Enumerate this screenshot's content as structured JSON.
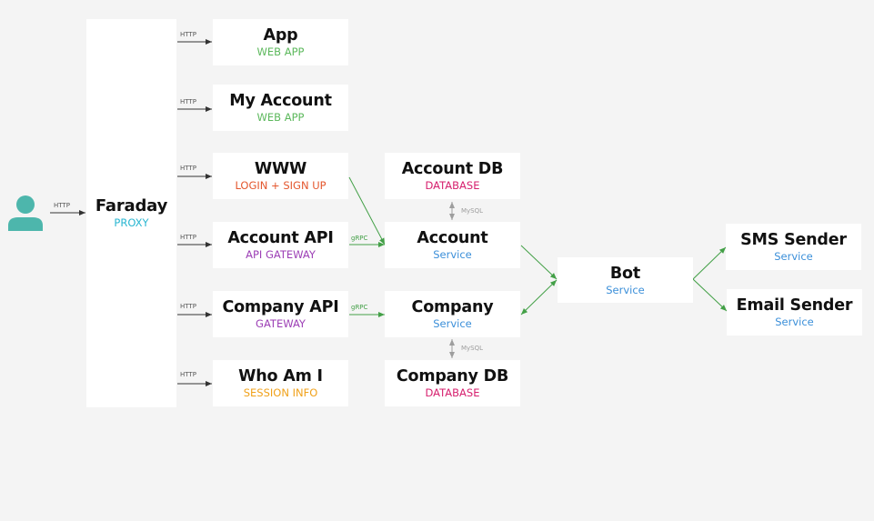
{
  "colors": {
    "background": "#f4f4f4",
    "node": "#ffffff",
    "user": "#4db6ac",
    "web_app": "#5cb85c",
    "login": "#e4572e",
    "gateway": "#9c3fb5",
    "session": "#f0a11a",
    "database": "#d6206e",
    "service": "#3b8fd9",
    "proxy": "#29b6d1",
    "http_edge": "#333333",
    "grpc_edge": "#43a047",
    "mysql_edge": "#9e9e9e"
  },
  "user": {
    "icon": "user-icon"
  },
  "proxy": {
    "title": "Faraday",
    "subtitle": "PROXY"
  },
  "frontends": [
    {
      "title": "App",
      "subtitle": "WEB APP"
    },
    {
      "title": "My Account",
      "subtitle": "WEB APP"
    },
    {
      "title": "WWW",
      "subtitle": "LOGIN + SIGN UP"
    },
    {
      "title": "Account API",
      "subtitle": "API GATEWAY"
    },
    {
      "title": "Company API",
      "subtitle": "GATEWAY"
    },
    {
      "title": "Who Am I",
      "subtitle": "SESSION INFO"
    }
  ],
  "services": {
    "account_db": {
      "title": "Account DB",
      "subtitle": "DATABASE"
    },
    "account": {
      "title": "Account",
      "subtitle": "Service"
    },
    "company": {
      "title": "Company",
      "subtitle": "Service"
    },
    "company_db": {
      "title": "Company DB",
      "subtitle": "DATABASE"
    },
    "bot": {
      "title": "Bot",
      "subtitle": "Service"
    },
    "sms": {
      "title": "SMS Sender",
      "subtitle": "Service"
    },
    "email": {
      "title": "Email Sender",
      "subtitle": "Service"
    }
  },
  "edge_labels": {
    "http": "HTTP",
    "grpc": "gRPC",
    "mysql": "MySQL"
  }
}
